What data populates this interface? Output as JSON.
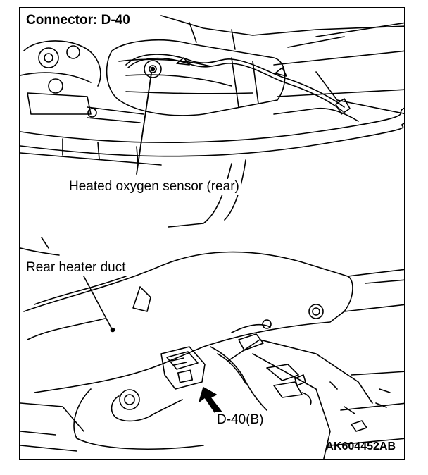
{
  "diagram": {
    "title": "Connector: D-40",
    "labels": {
      "sensor": "Heated oxygen sensor (rear)",
      "duct": "Rear heater duct",
      "connector": "D-40(B)"
    },
    "figure_code": "AK604452AB"
  }
}
